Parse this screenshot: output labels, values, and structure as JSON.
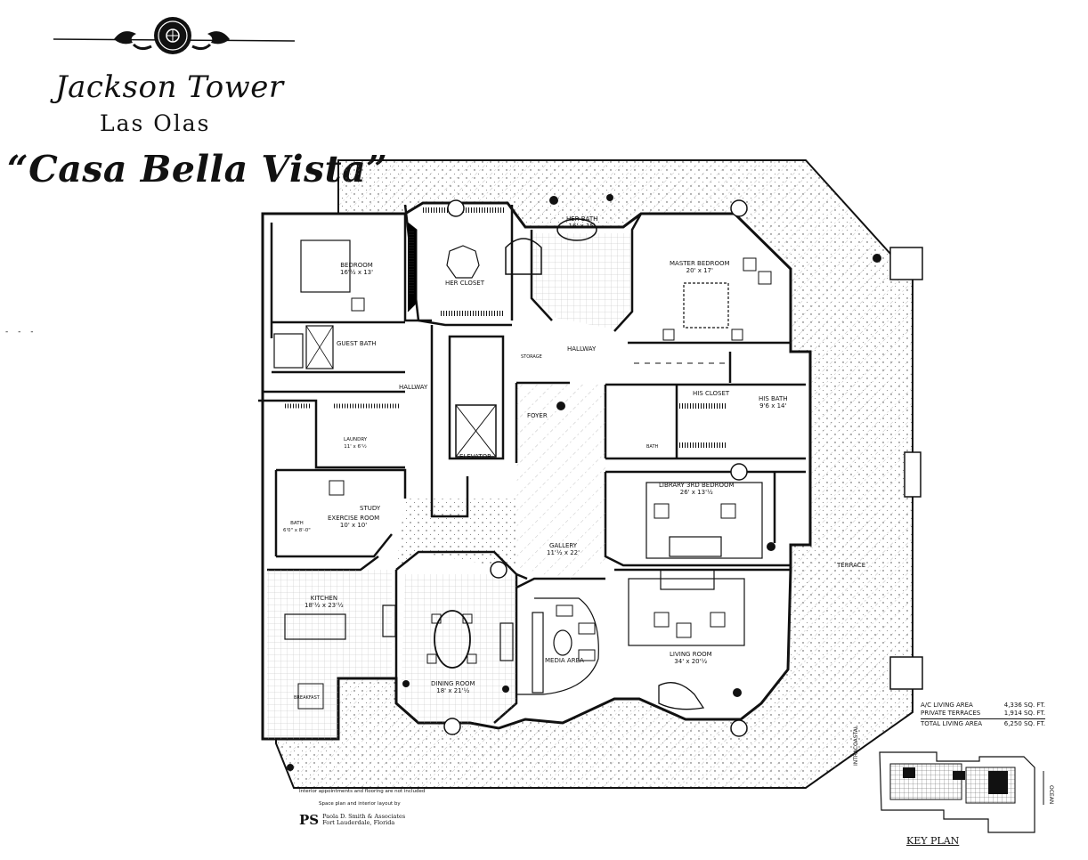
{
  "header": {
    "title_line1": "Jackson Tower",
    "title_line2": "Las Olas",
    "title_line3": "“Casa Bella Vista”"
  },
  "rooms": {
    "bedroom": {
      "name": "BEDROOM",
      "size": "16'½ x 13'"
    },
    "her_closet": {
      "name": "HER CLOSET"
    },
    "her_bath": {
      "name": "HER BATH",
      "size": "16' x 15'"
    },
    "master_bedroom": {
      "name": "MASTER BEDROOM",
      "size": "20' x 17'"
    },
    "guest_bath": {
      "name": "GUEST BATH"
    },
    "hallway_top": {
      "name": "HALLWAY"
    },
    "hallway_left": {
      "name": "HALLWAY"
    },
    "storage": {
      "name": "STORAGE"
    },
    "foyer": {
      "name": "FOYER"
    },
    "his_closet": {
      "name": "HIS CLOSET"
    },
    "his_bath": {
      "name": "HIS BATH",
      "size": "9'6 x 14'"
    },
    "bath_small": {
      "name": "BATH"
    },
    "elevator": {
      "name": "ELEVATOR"
    },
    "laundry": {
      "name": "LAUNDRY",
      "size": "11' x 6'½"
    },
    "library": {
      "name": "LIBRARY 3RD BEDROOM",
      "size": "26' x 13'½"
    },
    "study": {
      "name": "STUDY"
    },
    "exercise": {
      "name": "EXERCISE ROOM",
      "size": "10' x 10'"
    },
    "bath_left": {
      "name": "BATH",
      "size": "6'0\" x 8'-0\""
    },
    "gallery": {
      "name": "GALLERY",
      "size": "11'½ x 22'"
    },
    "terrace": {
      "name": "TERRACE"
    },
    "kitchen": {
      "name": "KITCHEN",
      "size": "18'½ x 23'½"
    },
    "media": {
      "name": "MEDIA AREA"
    },
    "living": {
      "name": "LIVING ROOM",
      "size": "34' x 20'½"
    },
    "dining": {
      "name": "DINING ROOM",
      "size": "18' x 21'½"
    },
    "breakfast": {
      "name": "BREAKFAST"
    }
  },
  "areas": {
    "rows": [
      {
        "label": "A/C LIVING AREA",
        "value": "4,336 SQ. FT."
      },
      {
        "label": "PRIVATE TERRACES",
        "value": "1,914 SQ. FT."
      }
    ],
    "total": {
      "label": "TOTAL LIVING AREA",
      "value": "6,250 SQ. FT."
    }
  },
  "note": {
    "line1": "Interior appointments and flooring are not included",
    "line2": "Space plan and interior layout by"
  },
  "credit": {
    "mark": "PS",
    "line1": "Paola D. Smith & Associates",
    "line2": "Fort Lauderdale, Florida"
  },
  "key_plan": {
    "label": "KEY PLAN",
    "west": "INTRACOASTAL",
    "east": "OCEAN"
  }
}
